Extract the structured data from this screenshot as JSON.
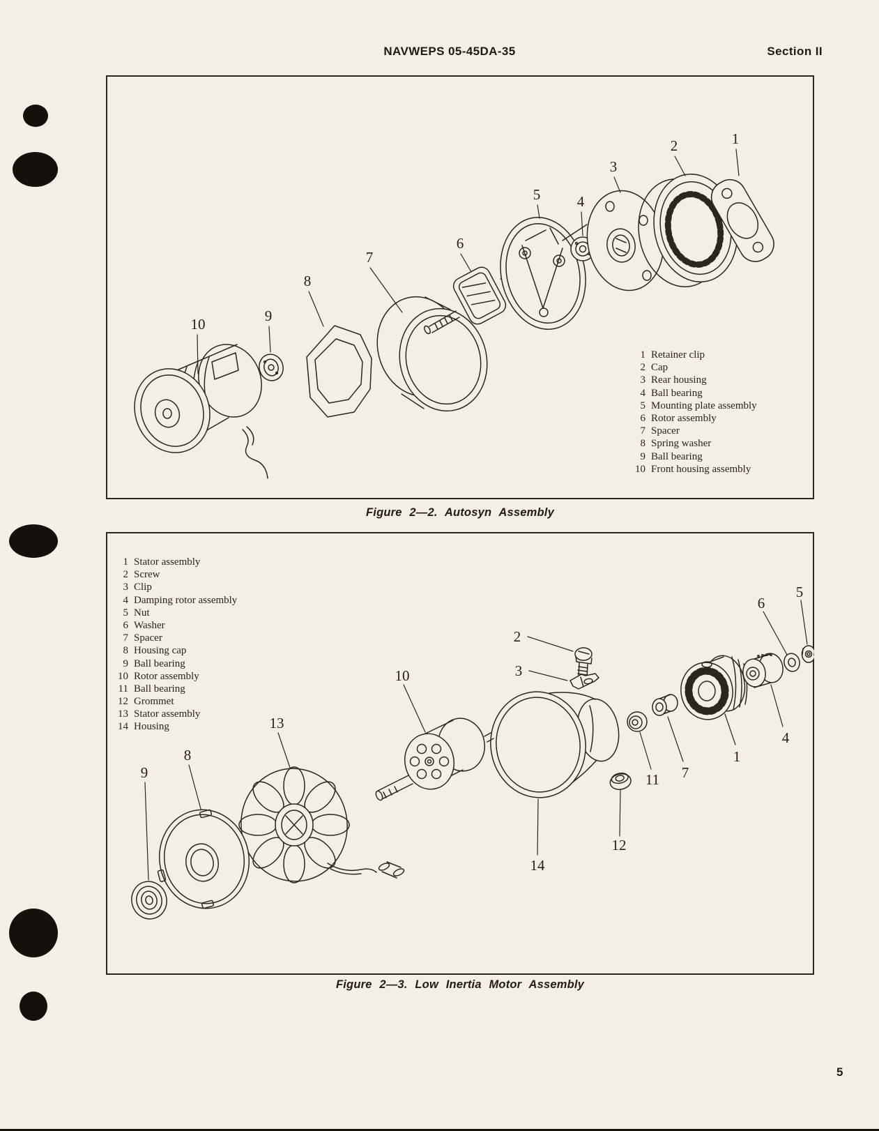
{
  "header": {
    "doc_number": "NAVWEPS 05-45DA-35",
    "section": "Section II"
  },
  "page_number": "5",
  "colors": {
    "paper": "#f3efe4",
    "ink": "#241e14",
    "line": "#2b261e"
  },
  "fig22": {
    "caption": "Figure 2—2.  Autosyn  Assembly",
    "parts": [
      {
        "num": "1",
        "name": "Retainer clip"
      },
      {
        "num": "2",
        "name": "Cap"
      },
      {
        "num": "3",
        "name": "Rear housing"
      },
      {
        "num": "4",
        "name": "Ball bearing"
      },
      {
        "num": "5",
        "name": "Mounting plate assembly"
      },
      {
        "num": "6",
        "name": "Rotor assembly"
      },
      {
        "num": "7",
        "name": "Spacer"
      },
      {
        "num": "8",
        "name": "Spring washer"
      },
      {
        "num": "9",
        "name": "Ball bearing"
      },
      {
        "num": "10",
        "name": "Front housing assembly"
      }
    ]
  },
  "fig23": {
    "caption": "Figure 2—3.  Low  Inertia  Motor  Assembly",
    "parts": [
      {
        "num": "1",
        "name": "Stator assembly"
      },
      {
        "num": "2",
        "name": "Screw"
      },
      {
        "num": "3",
        "name": "Clip"
      },
      {
        "num": "4",
        "name": "Damping rotor assembly"
      },
      {
        "num": "5",
        "name": "Nut"
      },
      {
        "num": "6",
        "name": "Washer"
      },
      {
        "num": "7",
        "name": "Spacer"
      },
      {
        "num": "8",
        "name": "Housing cap"
      },
      {
        "num": "9",
        "name": "Ball bearing"
      },
      {
        "num": "10",
        "name": "Rotor assembly"
      },
      {
        "num": "11",
        "name": "Ball bearing"
      },
      {
        "num": "12",
        "name": "Grommet"
      },
      {
        "num": "13",
        "name": "Stator assembly"
      },
      {
        "num": "14",
        "name": "Housing"
      }
    ]
  }
}
